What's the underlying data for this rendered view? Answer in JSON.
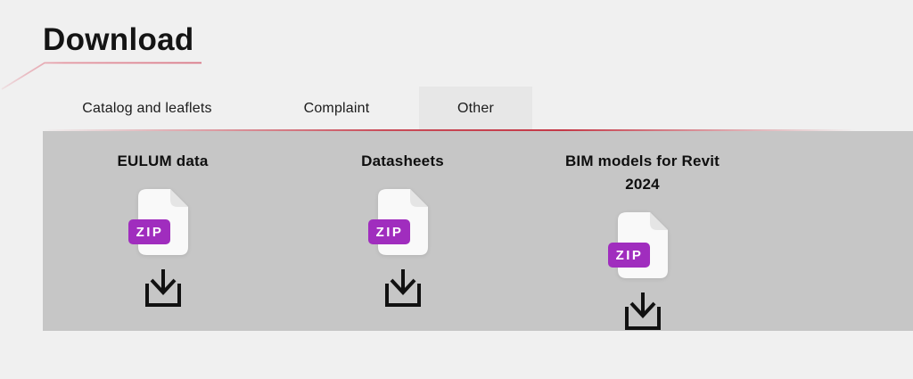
{
  "page": {
    "title": "Download"
  },
  "tabs": [
    {
      "label": "Catalog and leaflets",
      "active": false
    },
    {
      "label": "Complaint",
      "active": false
    },
    {
      "label": "Other",
      "active": true
    }
  ],
  "downloads": {
    "items": [
      {
        "title": "EULUM data",
        "file_type": "ZIP"
      },
      {
        "title": "Datasheets",
        "file_type": "ZIP"
      },
      {
        "title": "BIM models for Revit 2024",
        "file_type": "ZIP"
      }
    ],
    "icons": {
      "file": "zip-file-icon",
      "action": "download-arrow-icon"
    }
  },
  "colors": {
    "page_background": "#f0f0f0",
    "panel_background": "#c6c6c6",
    "active_tab_background": "#e7e7e7",
    "accent_red": "#c22f3e",
    "title_underline_pink": "#e59aa5",
    "zip_badge_purple": "#a02dbe",
    "icon_stroke_black": "#111111"
  }
}
